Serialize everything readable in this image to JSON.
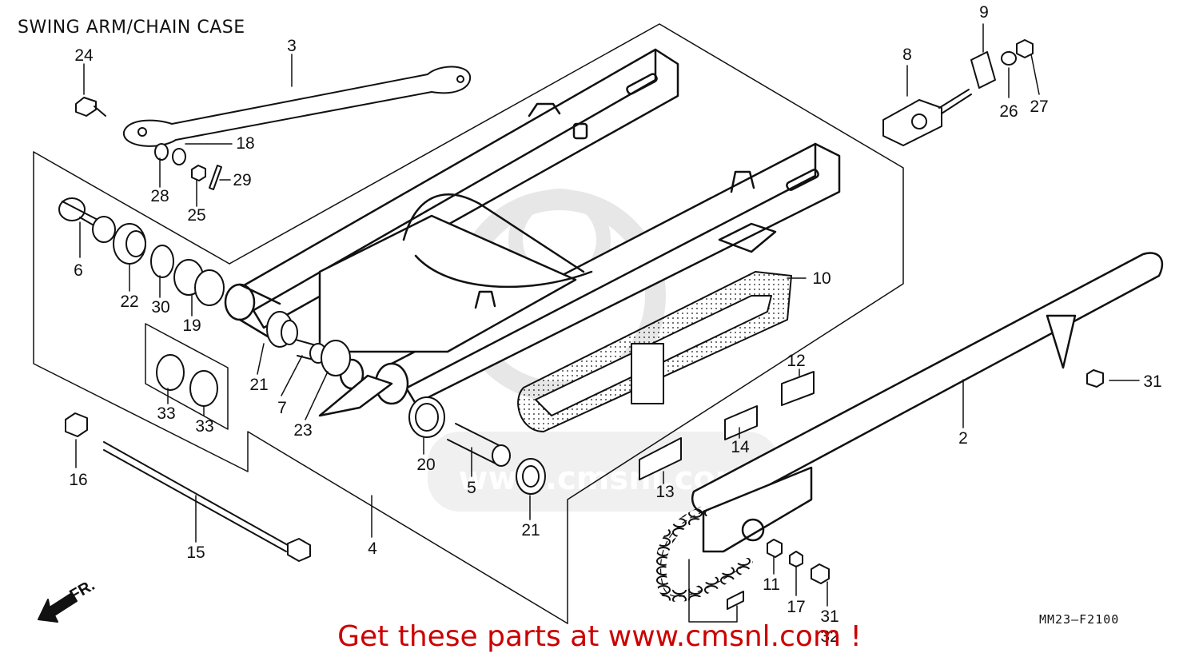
{
  "title": "SWING ARM/CHAIN CASE",
  "diagram_code": "MM23–F2100",
  "footer": {
    "text": "Get these parts at www.cmsnl.com !"
  },
  "direction_label": "FR.",
  "watermark_text": "www.cmsnl.com",
  "colors": {
    "promo": "#cc0000",
    "line": "#111111",
    "watermark": "#d8d8d8"
  },
  "parts": [
    {
      "id": "p2",
      "num": "2"
    },
    {
      "id": "p3",
      "num": "3"
    },
    {
      "id": "p4",
      "num": "4"
    },
    {
      "id": "p5",
      "num": "5"
    },
    {
      "id": "p6",
      "num": "6"
    },
    {
      "id": "p7",
      "num": "7"
    },
    {
      "id": "p8",
      "num": "8"
    },
    {
      "id": "p9",
      "num": "9"
    },
    {
      "id": "p10",
      "num": "10"
    },
    {
      "id": "p11",
      "num": "11"
    },
    {
      "id": "p12",
      "num": "12"
    },
    {
      "id": "p13",
      "num": "13"
    },
    {
      "id": "p14",
      "num": "14"
    },
    {
      "id": "p15",
      "num": "15"
    },
    {
      "id": "p16",
      "num": "16"
    },
    {
      "id": "p17",
      "num": "17"
    },
    {
      "id": "p18",
      "num": "18"
    },
    {
      "id": "p19",
      "num": "19"
    },
    {
      "id": "p20",
      "num": "20"
    },
    {
      "id": "p21a",
      "num": "21"
    },
    {
      "id": "p21b",
      "num": "21"
    },
    {
      "id": "p22",
      "num": "22"
    },
    {
      "id": "p23",
      "num": "23"
    },
    {
      "id": "p24",
      "num": "24"
    },
    {
      "id": "p25",
      "num": "25"
    },
    {
      "id": "p26",
      "num": "26"
    },
    {
      "id": "p27",
      "num": "27"
    },
    {
      "id": "p28",
      "num": "28"
    },
    {
      "id": "p29",
      "num": "29"
    },
    {
      "id": "p30",
      "num": "30"
    },
    {
      "id": "p31a",
      "num": "31"
    },
    {
      "id": "p31b",
      "num": "31"
    },
    {
      "id": "p32",
      "num": "32"
    },
    {
      "id": "p33a",
      "num": "33"
    },
    {
      "id": "p33b",
      "num": "33"
    }
  ]
}
